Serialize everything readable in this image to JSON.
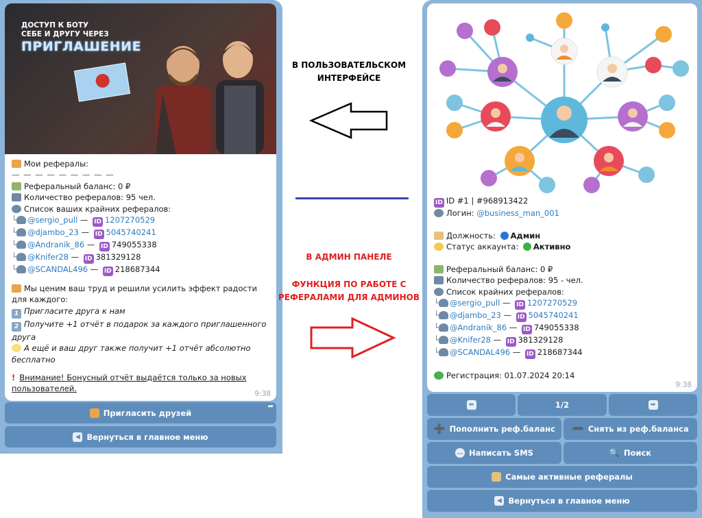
{
  "left": {
    "banner": {
      "line1": "ДОСТУП К БОТУ",
      "line2": "СЕБЕ И ДРУГУ ЧЕРЕЗ",
      "headline": "ПРИГЛАШЕНИЕ"
    },
    "title": "Мои рефералы:",
    "separator": "— — — — — — — — —",
    "balance": "Реферальный баланс: 0 ₽",
    "count": "Количество рефералов: 95 чел.",
    "list_title": "Список ваших крайних рефералов:",
    "referrals": [
      {
        "user": "@sergio_pull",
        "id": "1207270529",
        "id_link": true
      },
      {
        "user": "@djambo_23",
        "id": "5045740241",
        "id_link": true
      },
      {
        "user": "@Andranik_86",
        "id": "749055338",
        "id_link": false
      },
      {
        "user": "@Knifer28",
        "id": "381329128",
        "id_link": false
      },
      {
        "user": "@SCANDAL496",
        "id": "218687344",
        "id_link": false
      }
    ],
    "promo_line1": "Мы ценим ваш труд и решили усилить эффект радости",
    "promo_line2": "для каждого:",
    "step1": "Пригласите друга к нам",
    "step2_line1": "Получите +1 отчёт в подарок за каждого приглашенного",
    "step2_line2": "друга",
    "bonus_line1": "А ещё и ваш друг также получит +1 отчёт абсолютно",
    "bonus_line2": "бесплатно",
    "warning_line1": "Внимание! Бонусный отчёт выдаётся только за новых",
    "warning_line2": "пользователей.",
    "time": "9:38",
    "btn_invite": "Пригласить друзей",
    "btn_back": "Вернуться в главное меню"
  },
  "middle": {
    "label_user_1": "В ПОЛЬЗОВАТЕЛЬСКОМ",
    "label_user_2": "ИНТЕРФЕЙСЕ",
    "label_admin": "В АДМИН ПАНЕЛЕ",
    "label_function_1": "ФУНКЦИЯ ПО РАБОТЕ С",
    "label_function_2": "РЕФЕРАЛАМИ ДЛЯ АДМИНОВ"
  },
  "right": {
    "id_line": "ID #1 | #968913422",
    "login_label": "Логин: ",
    "login": "@business_man_001",
    "position_label": "Должность: ",
    "position": "Админ",
    "status_label": "Статус аккаунта: ",
    "status": "Активно",
    "balance": "Реферальный баланс: 0 ₽",
    "count": "Количество рефералов: 95 - чел.",
    "list_title": "Список крайних рефералов:",
    "referrals": [
      {
        "user": "@sergio_pull",
        "id": "1207270529",
        "id_link": true
      },
      {
        "user": "@djambo_23",
        "id": "5045740241",
        "id_link": true
      },
      {
        "user": "@Andranik_86",
        "id": "749055338",
        "id_link": false
      },
      {
        "user": "@Knifer28",
        "id": "381329128",
        "id_link": false
      },
      {
        "user": "@SCANDAL496",
        "id": "218687344",
        "id_link": false
      }
    ],
    "registration": "Регистрация: 01.07.2024 20:14",
    "time": "9:38",
    "page": "1/2",
    "btn_topup": "Пополнить реф.баланс",
    "btn_withdraw": "Снять из реф.баланса",
    "btn_sms": "Написать SMS",
    "btn_search": "Поиск",
    "btn_active": "Самые активные рефералы",
    "btn_back": "Вернуться в главное меню"
  },
  "colors": {
    "panel": "#8db4d9",
    "button": "#5f8dbb",
    "link": "#2c7bbf",
    "id_badge": "#9b59c7",
    "admin_label": "#e02020",
    "divider": "#3a45b5"
  }
}
